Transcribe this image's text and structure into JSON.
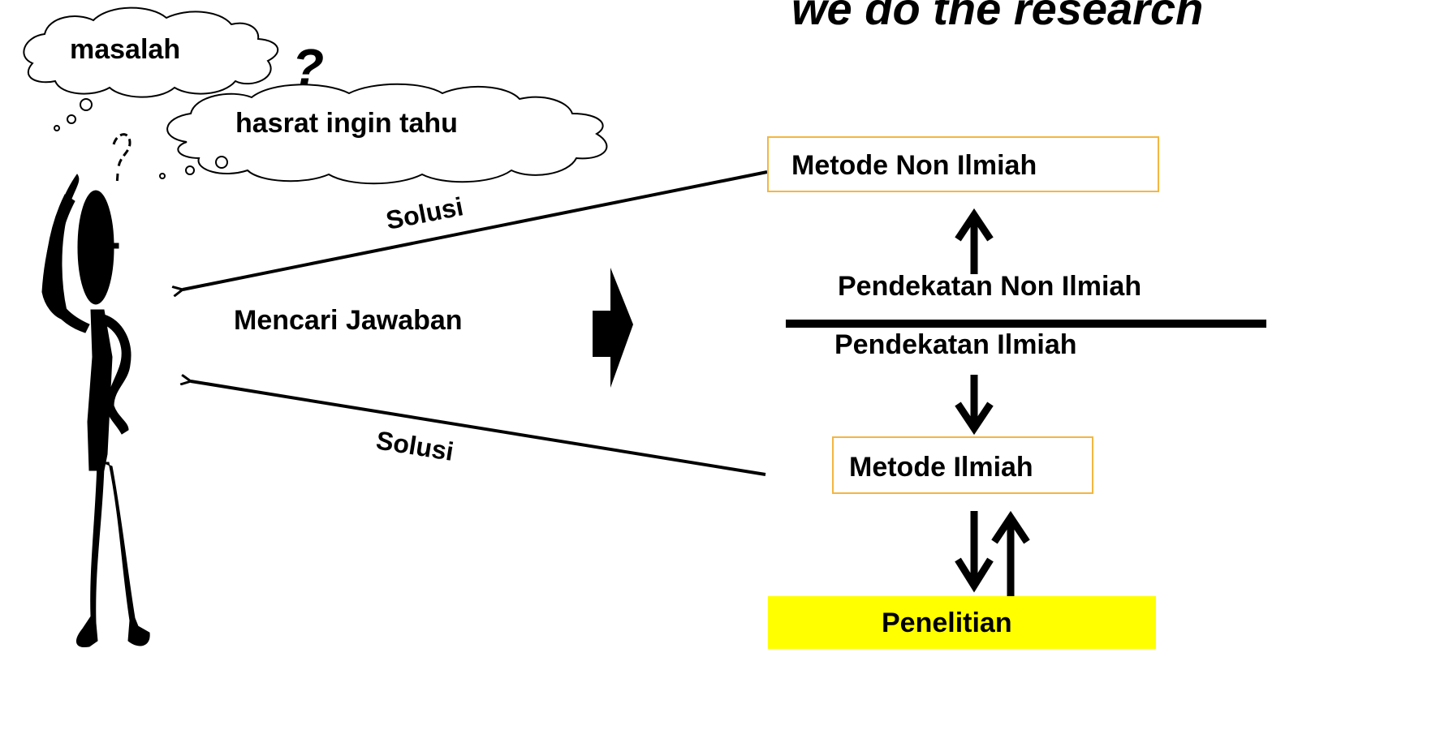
{
  "title": "we do the research",
  "thoughts": {
    "problem": "masalah",
    "curiosity": "hasrat ingin tahu",
    "question_mark": "?"
  },
  "left_flow": {
    "solution_top": "Solusi",
    "search": "Mencari Jawaban",
    "solution_bottom": "Solusi"
  },
  "right_flow": {
    "non_scientific_method": "Metode Non Ilmiah",
    "non_scientific_approach": "Pendekatan Non Ilmiah",
    "scientific_approach": "Pendekatan Ilmiah",
    "scientific_method": "Metode Ilmiah",
    "research": "Penelitian"
  },
  "colors": {
    "box_border": "#f4b640",
    "research_fill": "#ffff00",
    "ink": "#000000"
  }
}
